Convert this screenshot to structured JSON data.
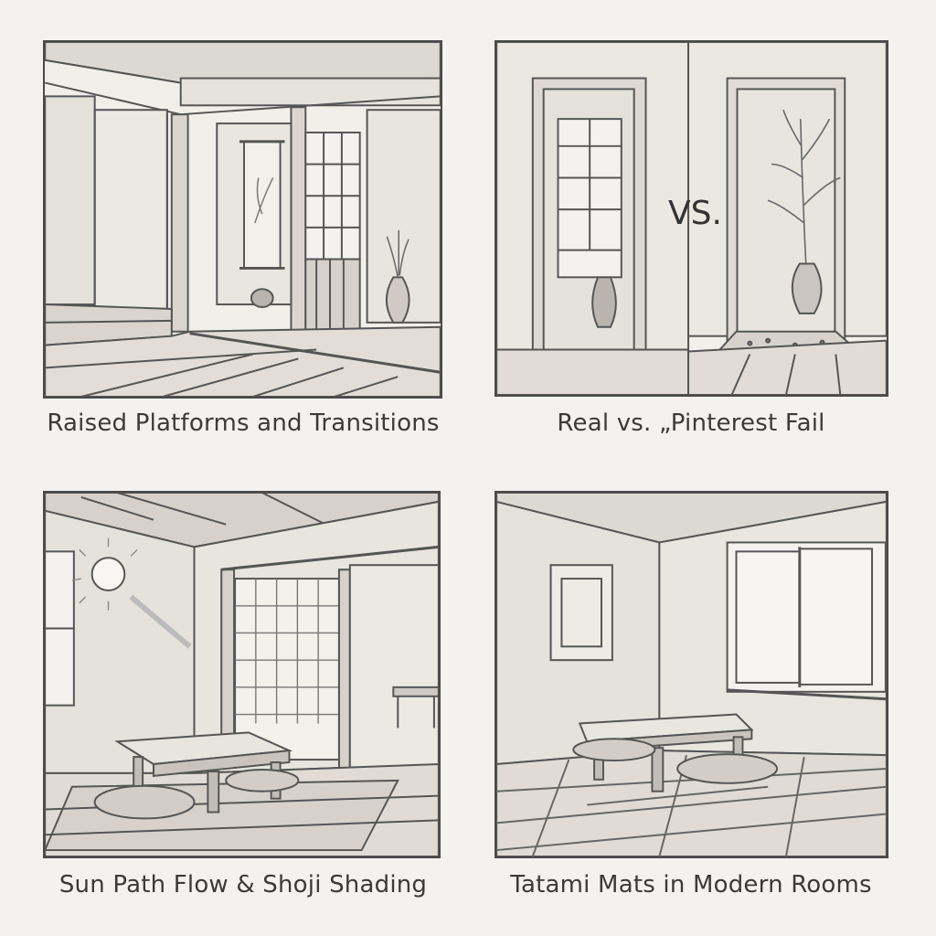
{
  "panels": [
    {
      "caption": "Raised Platforms and Transitions"
    },
    {
      "caption": "Real vs. „Pinterest Fail",
      "vs_label": "VS."
    },
    {
      "caption": "Sun Path Flow & Shoji Shading"
    },
    {
      "caption": "Tatami Mats in Modern Rooms"
    }
  ],
  "colors": {
    "paper": "#f4f2ee",
    "pencil": "#4a4a4a",
    "shade": "#c9c6c0"
  }
}
